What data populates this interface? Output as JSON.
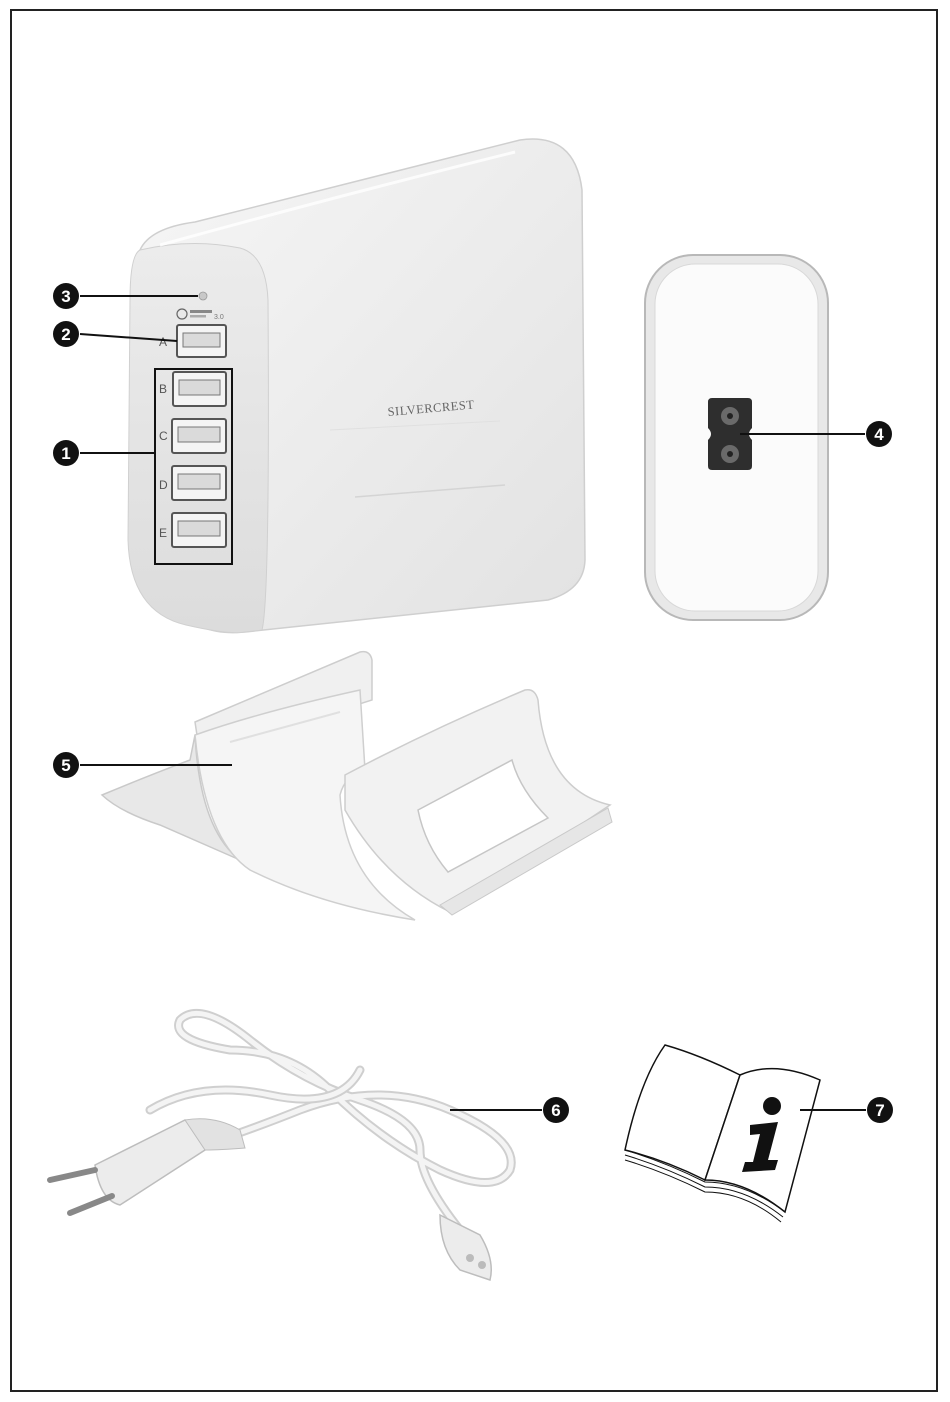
{
  "callouts": [
    {
      "id": 1,
      "label": "1"
    },
    {
      "id": 2,
      "label": "2"
    },
    {
      "id": 3,
      "label": "3"
    },
    {
      "id": 4,
      "label": "4"
    },
    {
      "id": 5,
      "label": "5"
    },
    {
      "id": 6,
      "label": "6"
    },
    {
      "id": 7,
      "label": "7"
    }
  ],
  "charger": {
    "brand": "SILVERCREST",
    "qc_label": "3.0",
    "ports": [
      "A",
      "B",
      "C",
      "D",
      "E"
    ]
  },
  "manual": {
    "symbol": "i"
  },
  "colors": {
    "callout_fill": "#111111",
    "device_body": "#f1f1f1",
    "device_edge": "#c9c9c9",
    "line": "#111111"
  }
}
